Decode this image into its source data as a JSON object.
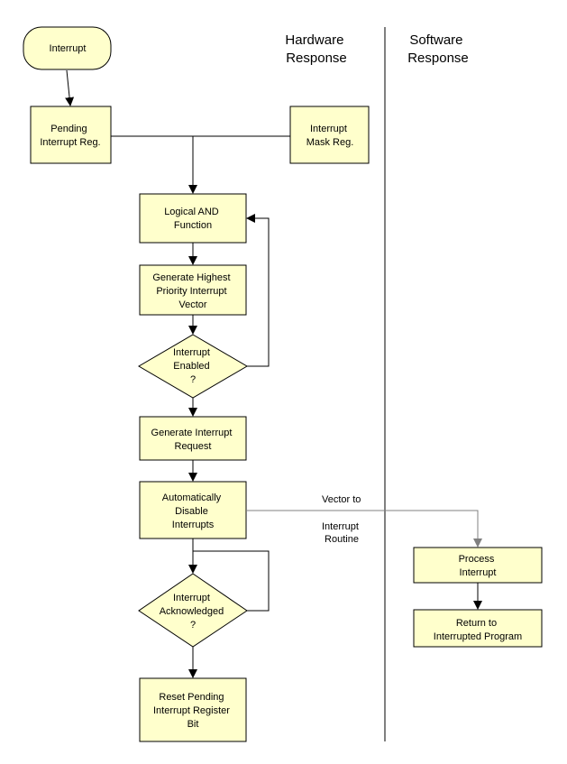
{
  "headers": {
    "hardware": [
      "Hardware",
      "Response"
    ],
    "software": [
      "Software",
      "Response"
    ]
  },
  "nodes": {
    "interrupt": [
      "Interrupt"
    ],
    "pending": [
      "Pending",
      "Interrupt Reg."
    ],
    "mask": [
      "Interrupt",
      "Mask Reg."
    ],
    "and": [
      "Logical AND",
      "Function"
    ],
    "gen_vector": [
      "Generate Highest",
      "Priority Interrupt",
      "Vector"
    ],
    "enabled": [
      "Interrupt",
      "Enabled",
      "?"
    ],
    "gen_request": [
      "Generate Interrupt",
      "Request"
    ],
    "auto_disable": [
      "Automatically",
      "Disable",
      "Interrupts"
    ],
    "acknowledged": [
      "Interrupt",
      "Acknowledged",
      "?"
    ],
    "reset": [
      "Reset Pending",
      "Interrupt Register",
      "Bit"
    ],
    "process": [
      "Process",
      "Interrupt"
    ],
    "return": [
      "Return to",
      "Interrupted Program"
    ]
  },
  "edge_labels": {
    "vector_to": "Vector to",
    "interrupt_routine": [
      "Interrupt",
      "Routine"
    ]
  },
  "colors": {
    "node_fill": "#ffffcc",
    "stroke": "#000000",
    "vector_line": "#808080"
  }
}
